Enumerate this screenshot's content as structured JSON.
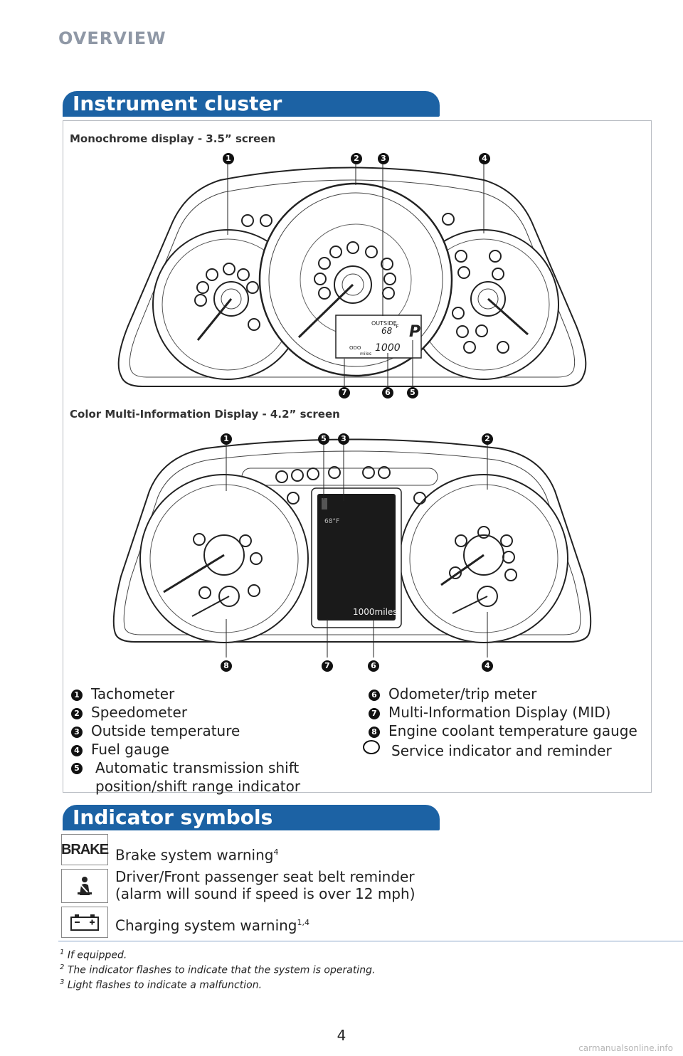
{
  "header": {
    "section": "OVERVIEW"
  },
  "cluster_section": {
    "title": "Instrument cluster",
    "mono_caption": "Monochrome display - 3.5” screen",
    "color_caption": "Color Multi-Information Display - 4.2” screen",
    "mono_display": {
      "outside_label": "OUTSIDE",
      "temp": "68",
      "temp_unit": "°F",
      "gear": "P",
      "odo_label": "ODO",
      "odo_value": "1000",
      "odo_unit": "miles"
    },
    "color_display": {
      "temp": "68°F",
      "odo_value": "1000miles"
    },
    "mono_callouts_top": [
      "1",
      "2",
      "3",
      "4"
    ],
    "mono_callouts_bottom": [
      "7",
      "6",
      "5"
    ],
    "color_callouts_top": [
      "1",
      "5",
      "3",
      "2"
    ],
    "color_callouts_bottom": [
      "8",
      "7",
      "6",
      "4"
    ],
    "legend_left": [
      {
        "num": "1",
        "label": "Tachometer"
      },
      {
        "num": "2",
        "label": "Speedometer"
      },
      {
        "num": "3",
        "label": "Outside temperature"
      },
      {
        "num": "4",
        "label": "Fuel gauge"
      },
      {
        "num": "5",
        "label": "Automatic transmission shift position/shift range indicator"
      }
    ],
    "legend_right": [
      {
        "num": "6",
        "label": "Odometer/trip meter"
      },
      {
        "num": "7",
        "label": "Multi-Information Display (MID)"
      },
      {
        "num": "8",
        "label": "Engine coolant temperature gauge"
      },
      {
        "num": "",
        "label": "Service indicator and reminder"
      }
    ]
  },
  "indicator_section": {
    "title": "Indicator symbols",
    "items": [
      {
        "icon": "brake-icon",
        "icon_text": "BRAKE",
        "label": "Brake system warning",
        "sup": "4"
      },
      {
        "icon": "seatbelt-icon",
        "label_line1": "Driver/Front passenger seat belt reminder",
        "label_line2": "(alarm will sound if speed is over 12 mph)"
      },
      {
        "icon": "battery-icon",
        "label": "Charging system warning",
        "sup": "1,4"
      }
    ]
  },
  "footnotes": [
    {
      "mark": "1",
      "text": "If equipped."
    },
    {
      "mark": "2",
      "text": "The indicator flashes to indicate that the system is operating."
    },
    {
      "mark": "3",
      "text": "Light flashes to indicate a malfunction."
    }
  ],
  "page_number": "4",
  "watermark": "carmanualsonline.info"
}
